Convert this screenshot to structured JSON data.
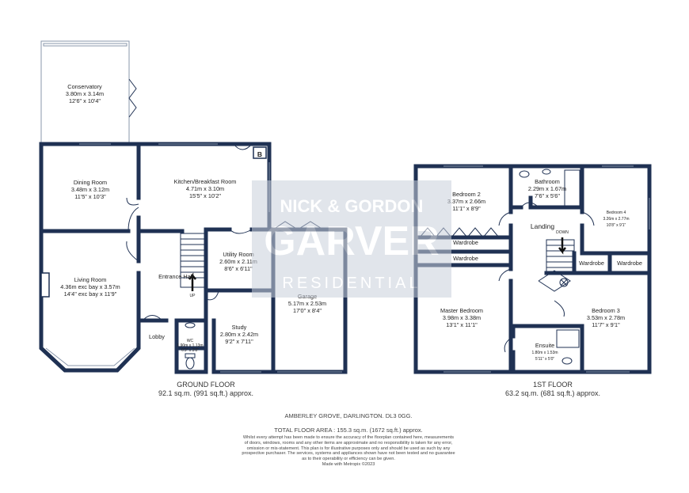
{
  "ground_floor": {
    "title": "GROUND FLOOR",
    "area": "92.1 sq.m. (991 sq.ft.) approx.",
    "rooms": {
      "conservatory": {
        "name": "Conservatory",
        "dim_m": "3.80m  x 3.14m",
        "dim_ft": "12'6\" x 10'4\""
      },
      "dining": {
        "name": "Dining Room",
        "dim_m": "3.48m  x 3.12m",
        "dim_ft": "11'5\" x 10'3\""
      },
      "kitchen": {
        "name": "Kitchen/Breakfast Room",
        "dim_m": "4.71m  x 3.10m",
        "dim_ft": "15'5\" x 10'2\""
      },
      "living": {
        "name": "Living Room",
        "dim_m": "4.36m exc bay x 3.57m",
        "dim_ft": "14'4\" exc bay x 11'9\""
      },
      "entrance": {
        "name": "Entrance Hall"
      },
      "utility": {
        "name": "Utility Room",
        "dim_m": "2.60m  x 2.11m",
        "dim_ft": "8'6\" x 6'11\""
      },
      "garage": {
        "name": "Garage",
        "dim_m": "5.17m  x 2.53m",
        "dim_ft": "17'0\" x 8'4\""
      },
      "study": {
        "name": "Study",
        "dim_m": "2.80m  x 2.42m",
        "dim_ft": "9'2\" x 7'11\""
      },
      "lobby": {
        "name": "Lobby"
      },
      "wc": {
        "name": "WC",
        "dim_m": "1.90m  x 1.13m",
        "dim_ft": "6'3\" x 3'8\""
      }
    },
    "stair_label": "UP",
    "boiler_label": "B"
  },
  "first_floor": {
    "title": "1ST FLOOR",
    "area": "63.2 sq.m. (681 sq.ft.) approx.",
    "rooms": {
      "bed2": {
        "name": "Bedroom 2",
        "dim_m": "3.37m  x 2.66m",
        "dim_ft": "11'1\" x 8'9\""
      },
      "bathroom": {
        "name": "Bathroom",
        "dim_m": "2.29m  x 1.67m",
        "dim_ft": "7'6\" x 5'6\""
      },
      "bed4": {
        "name": "Bedroom 4",
        "dim_m": "3.26m  x 2.77m",
        "dim_ft": "10'8\" x 9'1\""
      },
      "landing": {
        "name": "Landing"
      },
      "wardrobe_a": {
        "name": "Wardrobe"
      },
      "wardrobe_b": {
        "name": "Wardrobe"
      },
      "wardrobe_c": {
        "name": "Wardrobe"
      },
      "wardrobe_d": {
        "name": "Wardrobe"
      },
      "master": {
        "name": "Master Bedroom",
        "dim_m": "3.98m  x 3.38m",
        "dim_ft": "13'1\" x 11'1\""
      },
      "bed3": {
        "name": "Bedroom 3",
        "dim_m": "3.53m  x 2.78m",
        "dim_ft": "11'7\" x 9'1\""
      },
      "ensuite": {
        "name": "Ensuite",
        "dim_m": "1.80m  x 1.53m",
        "dim_ft": "5'11\" x 5'0\""
      }
    },
    "stair_label": "DOWN"
  },
  "watermark": {
    "line1": "NICK & GORDON",
    "line2": "GARVER",
    "line3": "RESIDENTIAL"
  },
  "footer": {
    "address": "AMBERLEY GROVE, DARLINGTON. DL3 0GG.",
    "total": "TOTAL FLOOR AREA : 155.3 sq.m. (1672 sq.ft.) approx.",
    "disclaimer": [
      "Whilst every attempt has been made to ensure the accuracy of the floorplan contained here, measurements",
      "of doors, windows, rooms and any other items are approximate and no responsibility is taken for any error,",
      "omission or mis-statement. This plan is for illustrative purposes only and should be used as such by any",
      "prospective purchaser. The services, systems and appliances shown have not been tested and no guarantee",
      "as to their operability or efficiency can be given.",
      "Made with Metropix ©2023"
    ]
  },
  "colors": {
    "wall": "#1f3153",
    "watermark": "#aeb8c8"
  }
}
